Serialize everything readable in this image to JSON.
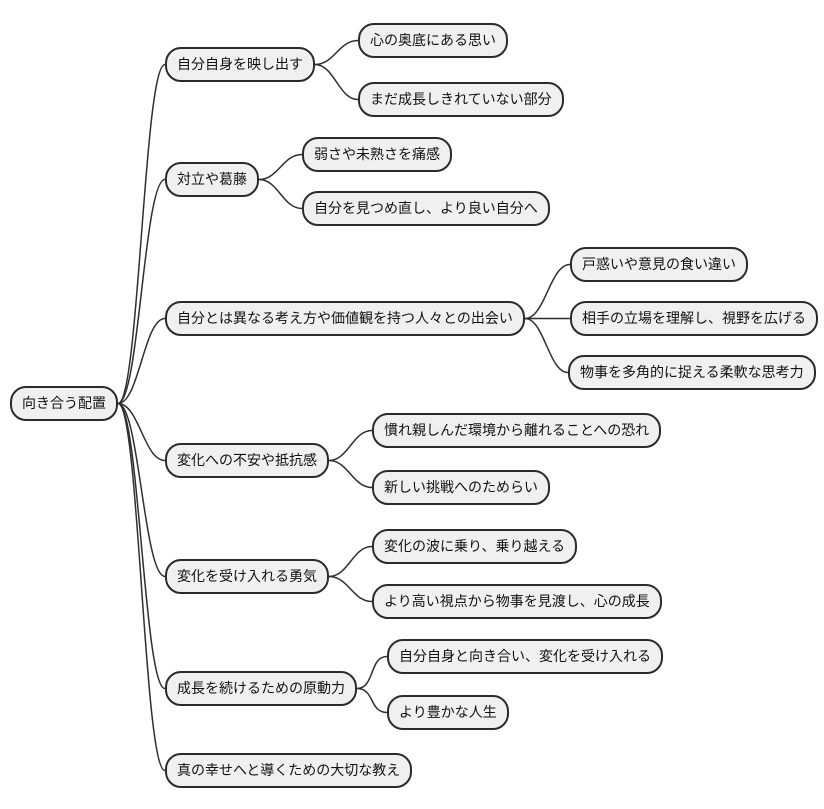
{
  "mindmap": {
    "type": "mindmap",
    "root": {
      "label": "向き合う配置"
    },
    "branches": [
      {
        "label": "自分自身を映し出す",
        "children": [
          {
            "label": "心の奥底にある思い"
          },
          {
            "label": "まだ成長しきれていない部分"
          }
        ]
      },
      {
        "label": "対立や葛藤",
        "children": [
          {
            "label": "弱さや未熟さを痛感"
          },
          {
            "label": "自分を見つめ直し、より良い自分へ"
          }
        ]
      },
      {
        "label": "自分とは異なる考え方や価値観を持つ人々との出会い",
        "children": [
          {
            "label": "戸惑いや意見の食い違い"
          },
          {
            "label": "相手の立場を理解し、視野を広げる"
          },
          {
            "label": "物事を多角的に捉える柔軟な思考力"
          }
        ]
      },
      {
        "label": "変化への不安や抵抗感",
        "children": [
          {
            "label": "慣れ親しんだ環境から離れることへの恐れ"
          },
          {
            "label": "新しい挑戦へのためらい"
          }
        ]
      },
      {
        "label": "変化を受け入れる勇気",
        "children": [
          {
            "label": "変化の波に乗り、乗り越える"
          },
          {
            "label": "より高い視点から物事を見渡し、心の成長"
          }
        ]
      },
      {
        "label": "成長を続けるための原動力",
        "children": [
          {
            "label": "自分自身と向き合い、変化を受け入れる"
          },
          {
            "label": "より豊かな人生"
          }
        ]
      },
      {
        "label": "真の幸せへと導くための大切な教え",
        "children": []
      }
    ]
  },
  "colors": {
    "node_fill": "#f0f0f0",
    "node_border": "#2b2b2b",
    "connector": "#2f2f2f",
    "background": "#ffffff"
  }
}
